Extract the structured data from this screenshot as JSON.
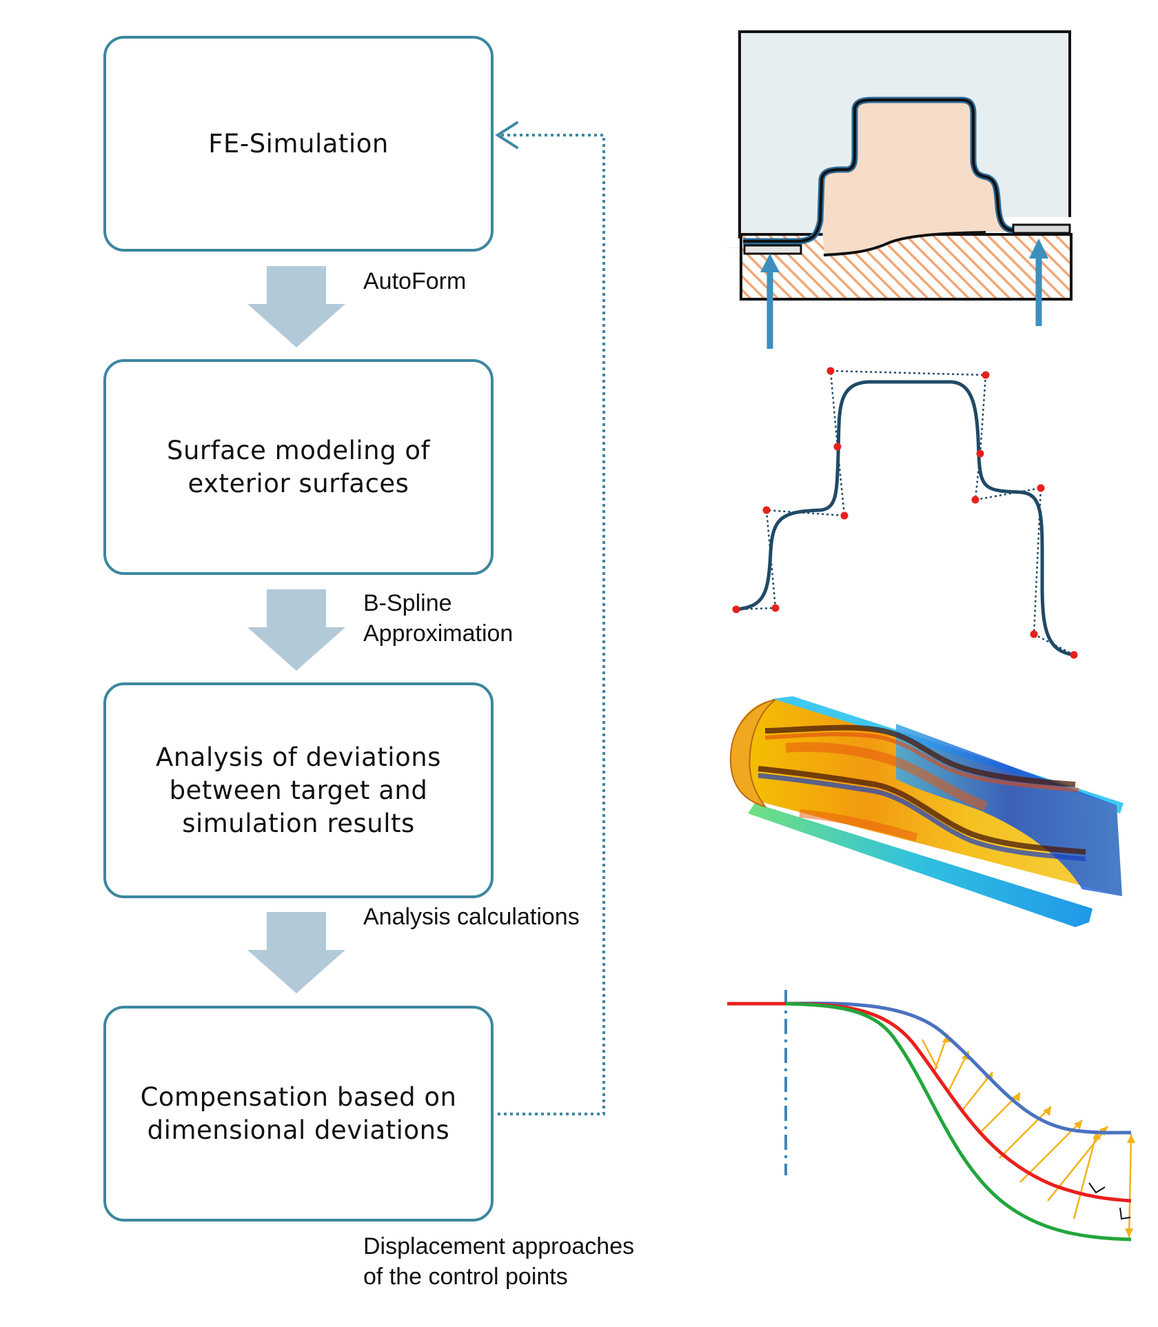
{
  "steps": [
    {
      "id": "fe-simulation",
      "lines": [
        "FE-Simulation"
      ]
    },
    {
      "id": "surface-modeling",
      "lines": [
        "Surface modeling of",
        "exterior surfaces"
      ]
    },
    {
      "id": "analysis-deviations",
      "lines": [
        "Analysis of deviations",
        "between target and",
        "simulation results"
      ]
    },
    {
      "id": "compensation",
      "lines": [
        "Compensation based on",
        "dimensional deviations"
      ]
    }
  ],
  "transitions": [
    {
      "lines": [
        "AutoForm"
      ]
    },
    {
      "lines": [
        "B-Spline",
        "Approximation"
      ]
    },
    {
      "lines": [
        "Analysis calculations"
      ]
    }
  ],
  "footer_note": {
    "lines": [
      "Displacement approaches",
      "of the control points"
    ]
  },
  "colors": {
    "box_border": "#3c87a0",
    "down_arrow": "#b2c9d8",
    "feedback_line": "#3c87a0",
    "die_fill": "#e6eef0",
    "part_fill": "#f7dcc8",
    "hatch": "#f0a878",
    "press_arrow": "#3c8fbf",
    "spline_curve": "#1f4a66",
    "control_point": "#e8201c",
    "curve_target": "#e8201c",
    "curve_upper": "#4a72c0",
    "curve_lower": "#22a53c",
    "displacement_arrow": "#f2b21a"
  },
  "icons": [
    "down-arrow-icon",
    "feedback-arrow-icon",
    "press-arrow-icon"
  ]
}
